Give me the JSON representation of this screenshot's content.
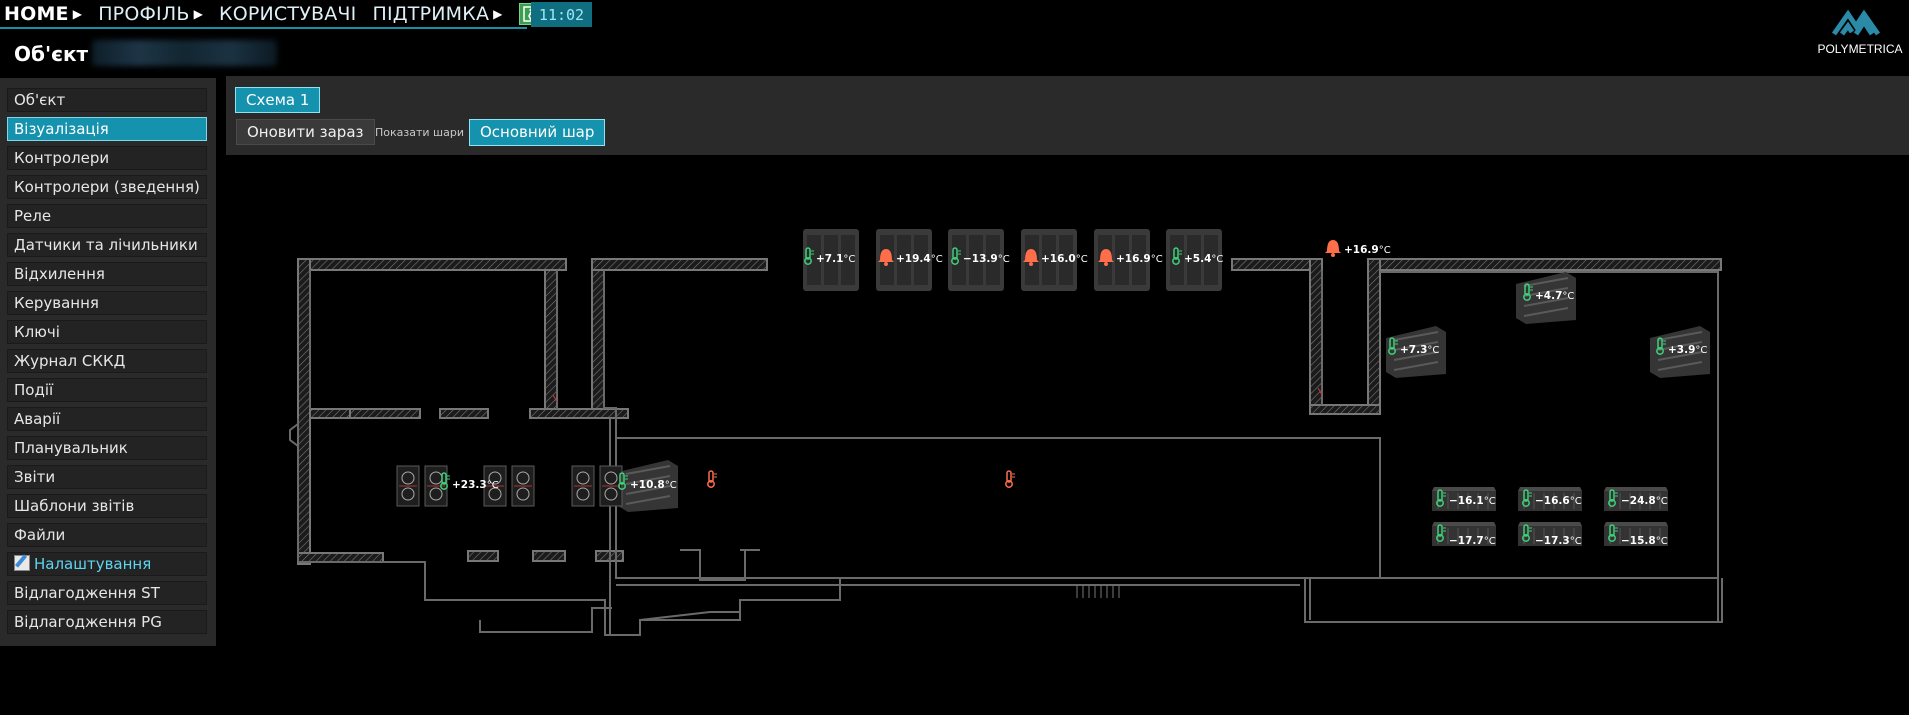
{
  "nav": {
    "items": [
      {
        "label": "HOME"
      },
      {
        "label": "ПРОФІЛЬ"
      },
      {
        "label": "КОРИСТУВАЧІ"
      },
      {
        "label": "ПІДТРИМКА"
      }
    ],
    "clock": "11:02"
  },
  "header": {
    "title": "Об'єкт"
  },
  "logo": {
    "brand": "POLYMETRICA"
  },
  "sidebar": {
    "items": [
      {
        "label": "Об'єкт"
      },
      {
        "label": "Візуалізація",
        "active": true
      },
      {
        "label": "Контролери"
      },
      {
        "label": "Контролери (зведення)"
      },
      {
        "label": "Реле"
      },
      {
        "label": "Датчики та лічильники"
      },
      {
        "label": "Відхилення"
      },
      {
        "label": "Керування"
      },
      {
        "label": "Ключі"
      },
      {
        "label": "Журнал СККД"
      },
      {
        "label": "Події"
      },
      {
        "label": "Аварії"
      },
      {
        "label": "Планувальник"
      },
      {
        "label": "Звіти"
      },
      {
        "label": "Шаблони звітів"
      },
      {
        "label": "Файли"
      },
      {
        "label": "Налаштування"
      },
      {
        "label": "Відлагодження ST"
      },
      {
        "label": "Відлагодження PG"
      }
    ]
  },
  "toolbar": {
    "scheme_tab": "Схема 1",
    "refresh_label": "Оновити зараз",
    "show_layers_label": "Показати шари",
    "main_layer_label": "Основний шар"
  },
  "readings": {
    "top_1": "+7.1",
    "top_2": "+19.4",
    "top_3": "−13.9",
    "top_4": "+16.0",
    "top_5": "+16.9",
    "top_6": "+5.4",
    "corridor": "+16.9",
    "right_1": "+4.7",
    "right_2": "+7.3",
    "right_3": "+3.9",
    "left_room": "+23.3",
    "center_case": "+10.8",
    "freezer_1": "−16.1",
    "freezer_2": "−16.6",
    "freezer_3": "−24.8",
    "freezer_4": "−17.7",
    "freezer_5": "−17.3",
    "freezer_6": "−15.8",
    "unit": "°C"
  },
  "colors": {
    "accent": "#1592ad",
    "ok_sensor": "#3fd07a",
    "alarm": "#ff6e4a",
    "wall": "#6a6a6a"
  }
}
